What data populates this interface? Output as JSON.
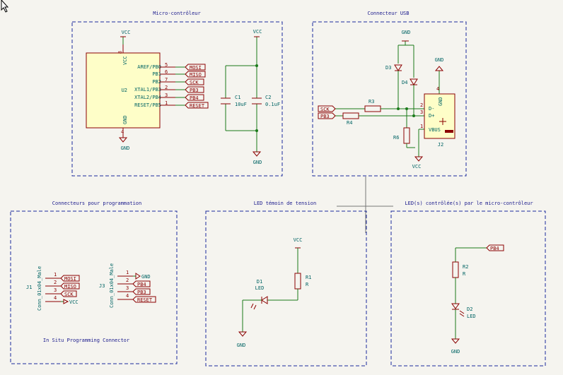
{
  "sections": {
    "micro": "Micro-contrôleur",
    "usb": "Connecteur USB",
    "prog": "Connecteurs pour programmation",
    "led_power": "LED témoin de tension",
    "led_mcu": "LED(s) contrôlée(s) par le micro-contrôleur"
  },
  "power": {
    "vcc": "VCC",
    "gnd": "GND"
  },
  "u2": {
    "ref": "U2",
    "vcc_pin": "VCC",
    "vcc_num": "8",
    "gnd_pin": "GND",
    "gnd_num": "4",
    "pins": [
      {
        "name": "AREF/PB0",
        "num": "5",
        "label": "MOSI"
      },
      {
        "name": "PB1",
        "num": "6",
        "label": "MISO"
      },
      {
        "name": "PB2",
        "num": "7",
        "label": "SCK"
      },
      {
        "name": "XTAL1/PB3",
        "num": "2",
        "label": "PB3"
      },
      {
        "name": "XTAL2/PB4",
        "num": "3",
        "label": "PB4"
      },
      {
        "name": "RESET/PB5",
        "num": "1",
        "label": "RESET"
      }
    ]
  },
  "c1": {
    "ref": "C1",
    "value": "10uF"
  },
  "c2": {
    "ref": "C2",
    "value": "0.1uF"
  },
  "usb": {
    "d3": "D3",
    "d4": "D4",
    "r3": "R3",
    "r4": "R4",
    "r6": "R6",
    "j2": "J2",
    "pin_dm": "D-",
    "pin_dp": "D+",
    "pin_vbus": "VBUS",
    "pin_gnd": "GND",
    "num_dm": "2",
    "num_dp": "3",
    "num_vbus": "1",
    "num_gnd": "4",
    "label_sck": "SCK",
    "label_pb3": "PB3"
  },
  "j1": {
    "ref": "J1",
    "value": "Conn_01x04_Male",
    "nums": [
      "1",
      "2",
      "3",
      "4"
    ],
    "labels": [
      "MOSI",
      "MISO",
      "SCK",
      "VCC"
    ]
  },
  "j3": {
    "ref": "J3",
    "value": "Conn_01x04_Male",
    "nums": [
      "1",
      "2",
      "3",
      "4"
    ],
    "labels": [
      "GND",
      "PB4",
      "PB3",
      "RESET"
    ]
  },
  "isp_caption": "In Situ Programming Connector",
  "led1": {
    "d_ref": "D1",
    "d_value": "LED",
    "r_ref": "R1",
    "r_value": "R"
  },
  "led2": {
    "label": "PB4",
    "r_ref": "R2",
    "r_value": "R",
    "d_ref": "D2",
    "d_value": "LED"
  }
}
